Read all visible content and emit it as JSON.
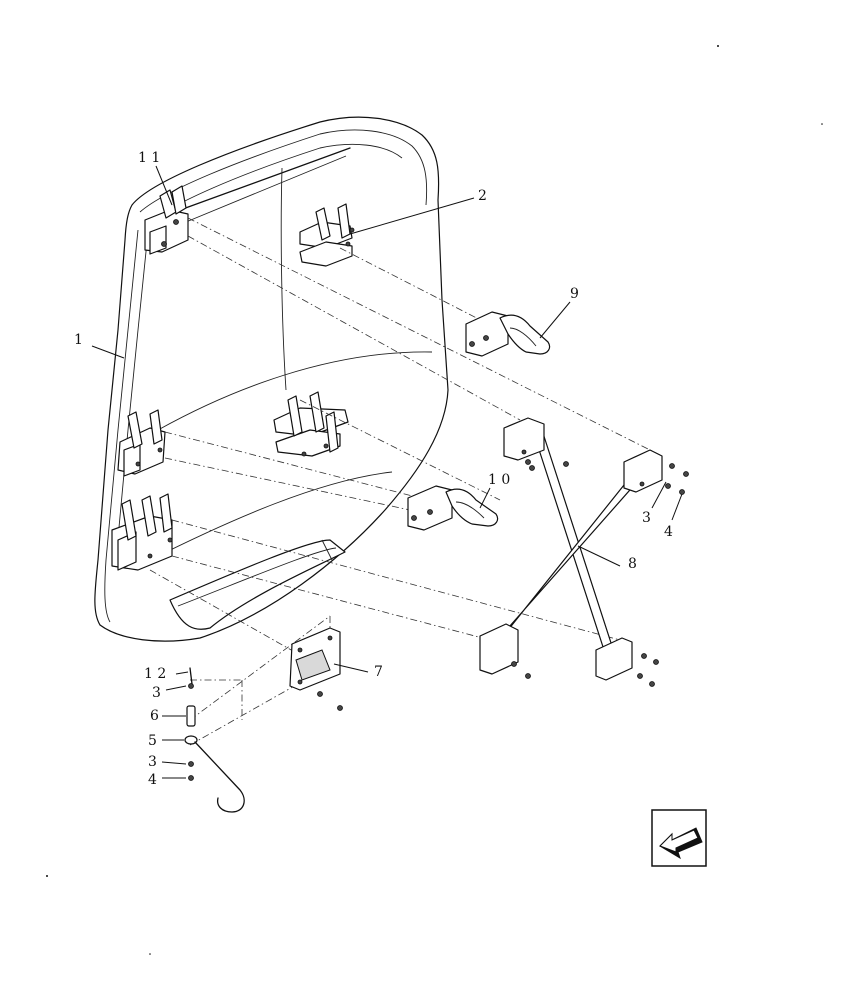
{
  "callouts": [
    {
      "id": "1",
      "label": "1"
    },
    {
      "id": "2",
      "label": "2"
    },
    {
      "id": "3a",
      "label": "3"
    },
    {
      "id": "3b",
      "label": "3"
    },
    {
      "id": "3c",
      "label": "3"
    },
    {
      "id": "4a",
      "label": "4"
    },
    {
      "id": "4b",
      "label": "4"
    },
    {
      "id": "5",
      "label": "5"
    },
    {
      "id": "6",
      "label": "6"
    },
    {
      "id": "7",
      "label": "7"
    },
    {
      "id": "8",
      "label": "8"
    },
    {
      "id": "9",
      "label": "9"
    },
    {
      "id": "10",
      "label": "1 0"
    },
    {
      "id": "11",
      "label": "1 1"
    },
    {
      "id": "12",
      "label": "1 2"
    }
  ],
  "icons": {
    "orientation": "orientation-arrow-icon"
  }
}
